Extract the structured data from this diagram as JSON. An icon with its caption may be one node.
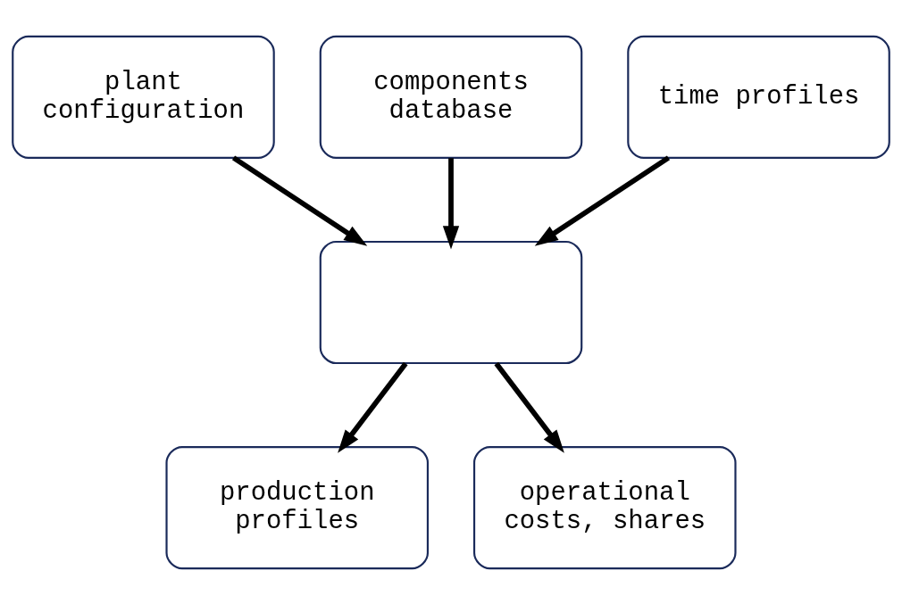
{
  "diagram": {
    "nodes": [
      {
        "text": [
          "plant configuration"
        ]
      },
      {
        "text": [
          "components database"
        ]
      },
      {
        "text": [
          "time profiles"
        ]
      },
      {
        "text": [],
        "shape": "box"
      },
      {
        "text": [
          "production profiles"
        ]
      },
      {
        "text": [
          "operational costs, shares"
        ]
      }
    ],
    "edges": [
      {
        "from": 0,
        "to": 3,
        "arrow": "to"
      },
      {
        "from": 1,
        "to": 3,
        "arrow": "to"
      },
      {
        "from": 2,
        "to": 3,
        "arrow": "to"
      },
      {
        "from": 3,
        "to": 4,
        "arrow": "to"
      },
      {
        "from": 3,
        "to": 5,
        "arrow": "to"
      }
    ]
  }
}
